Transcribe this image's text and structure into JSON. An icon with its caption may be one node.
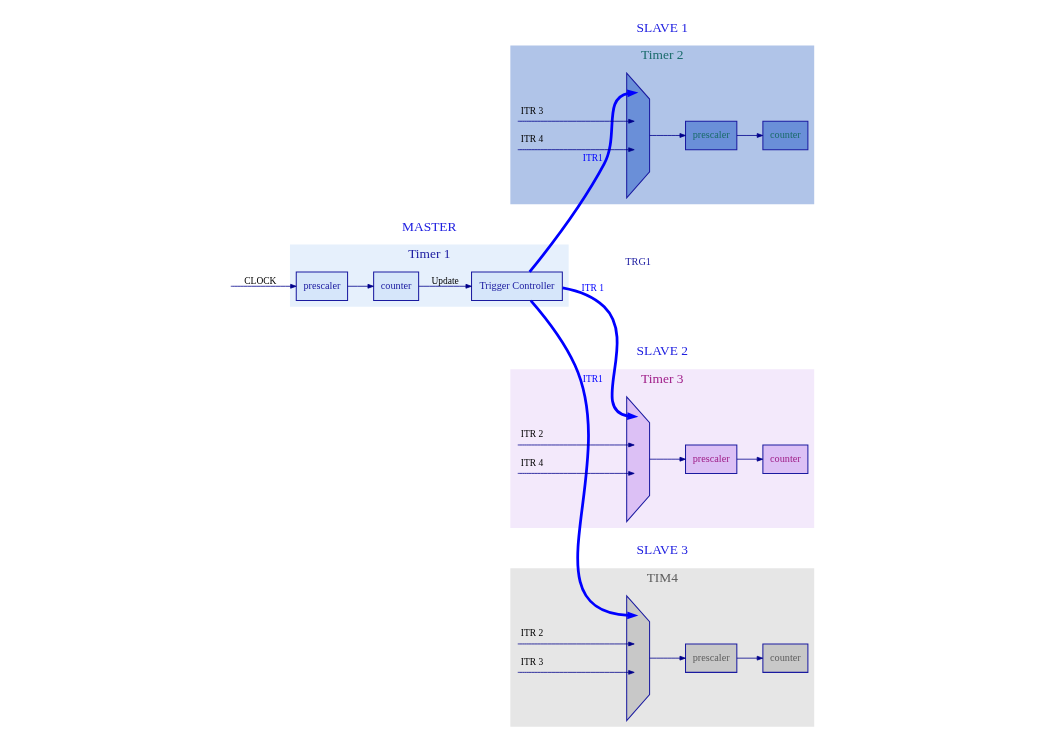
{
  "diagram": {
    "nodes": [
      {
        "text": [
          "Timer 1"
        ],
        "beside": [
          "MASTER"
        ]
      },
      {
        "text": [
          "prescaler"
        ],
        "in": 0
      },
      {
        "text": [
          "counter"
        ],
        "in": 0
      },
      {
        "text": [
          "Trigger Controller"
        ],
        "in": 0
      },
      {
        "text": [
          "Timer 2"
        ],
        "beside": [
          "SLAVE 1"
        ]
      },
      {
        "text": [],
        "shape": "trapezoid",
        "in": 4
      },
      {
        "text": [
          "prescaler"
        ],
        "in": 4
      },
      {
        "text": [
          "counter"
        ],
        "in": 4
      },
      {
        "text": [
          "Timer 3"
        ],
        "beside": [
          "SLAVE 2"
        ]
      },
      {
        "text": [],
        "shape": "trapezoid",
        "in": 8
      },
      {
        "text": [
          "prescaler"
        ],
        "in": 8
      },
      {
        "text": [
          "counter"
        ],
        "in": 8
      },
      {
        "text": [
          "TIM4"
        ],
        "beside": [
          "SLAVE 3"
        ]
      },
      {
        "text": [],
        "shape": "trapezoid",
        "in": 12
      },
      {
        "text": [
          "prescaler"
        ],
        "in": 12
      },
      {
        "text": [
          "counter"
        ],
        "in": 12
      }
    ],
    "edges": [
      {
        "from": null,
        "to": 1,
        "arrow": "to",
        "label": "CLOCK"
      },
      {
        "from": 1,
        "to": 2,
        "arrow": "to"
      },
      {
        "from": 2,
        "to": 3,
        "arrow": "to",
        "label": "Update"
      },
      {
        "from": 3,
        "to": 5,
        "arrow": "to",
        "label": "ITR1",
        "style": "thick",
        "color": "#0000ff"
      },
      {
        "from": null,
        "to": 5,
        "arrow": "to",
        "label": "ITR 3"
      },
      {
        "from": null,
        "to": 5,
        "arrow": "to",
        "label": "ITR 4"
      },
      {
        "from": 5,
        "to": 6,
        "arrow": "to"
      },
      {
        "from": 6,
        "to": 7,
        "arrow": "to"
      },
      {
        "from": 3,
        "to": 9,
        "arrow": "to",
        "label": "ITR 1",
        "style": "thick",
        "color": "#0000ff"
      },
      {
        "from": null,
        "to": 9,
        "arrow": "to",
        "label": "ITR 2"
      },
      {
        "from": null,
        "to": 9,
        "arrow": "to",
        "label": "ITR 4"
      },
      {
        "from": 9,
        "to": 10,
        "arrow": "to"
      },
      {
        "from": 10,
        "to": 11,
        "arrow": "to"
      },
      {
        "from": 3,
        "to": 13,
        "arrow": "to",
        "label": "ITR1",
        "style": "thick",
        "color": "#0000ff"
      },
      {
        "from": null,
        "to": 13,
        "arrow": "to",
        "label": "ITR 2"
      },
      {
        "from": null,
        "to": 13,
        "arrow": "to",
        "label": "ITR 3"
      },
      {
        "from": 13,
        "to": 14,
        "arrow": "to"
      },
      {
        "from": 14,
        "to": 15,
        "arrow": "to"
      }
    ],
    "labels": [
      "TRG1"
    ]
  }
}
